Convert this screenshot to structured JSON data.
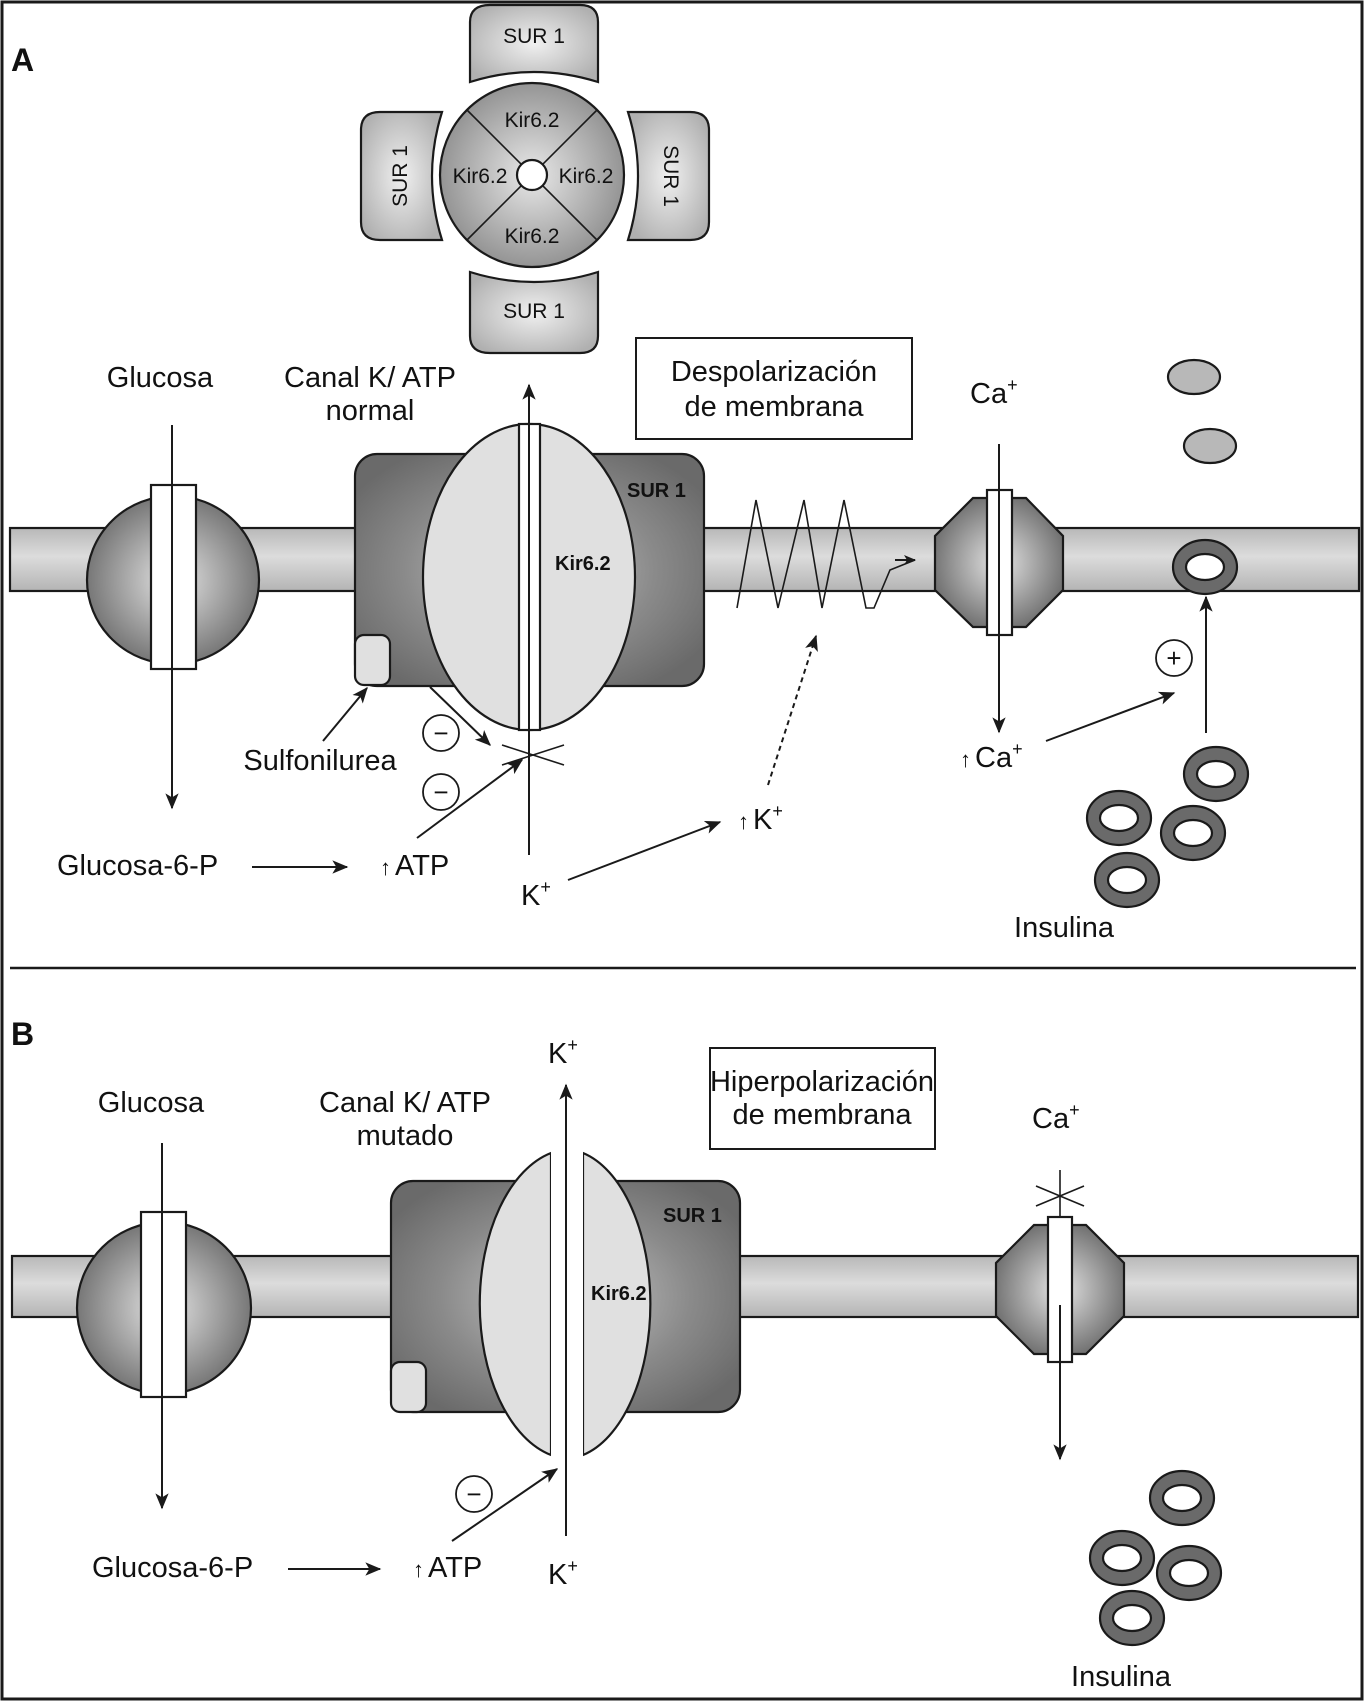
{
  "figure": {
    "panels": [
      {
        "id": "A",
        "label": "A",
        "complex_top_view": {
          "sur_labels": [
            "SUR 1",
            "SUR 1",
            "SUR 1",
            "SUR 1"
          ],
          "kir_labels": [
            "Kir6.2",
            "Kir6.2",
            "Kir6.2",
            "Kir6.2"
          ]
        },
        "glucose_label": "Glucosa",
        "channel_label_line1": "Canal K/ ATP",
        "channel_label_line2": "normal",
        "sur_label": "SUR 1",
        "kir_label": "Kir6.2",
        "state_box_line1": "Despolarización",
        "state_box_line2": "de membrana",
        "ca_label": "Ca",
        "ca_sup": "+",
        "sulfonylurea_label": "Sulfonilurea",
        "minus_sign": "−",
        "plus_sign": "+",
        "g6p_label": "Glucosa-6-P",
        "atp_arrow": "↑",
        "atp_label": "ATP",
        "k_label": "K",
        "k_sup": "+",
        "k_up_arrow": "↑",
        "ca_up_arrow": "↑",
        "insulin_label": "Insulina"
      },
      {
        "id": "B",
        "label": "B",
        "glucose_label": "Glucosa",
        "channel_label_line1": "Canal K/ ATP",
        "channel_label_line2": "mutado",
        "sur_label": "SUR 1",
        "kir_label": "Kir6.2",
        "state_box_line1": "Hiperpolarización",
        "state_box_line2": "de membrana",
        "ca_label": "Ca",
        "ca_sup": "+",
        "k_top_label": "K",
        "k_label": "K",
        "k_sup": "+",
        "minus_sign": "−",
        "g6p_label": "Glucosa-6-P",
        "atp_arrow": "↑",
        "atp_label": "ATP",
        "insulin_label": "Insulina"
      }
    ],
    "colors": {
      "membrane": "#c4c4c4",
      "sur_dark": "#6e6e6e",
      "kir_light": "#e0e0e0",
      "vesicle": "#6a6a6a",
      "granule": "#b8b8b8"
    }
  }
}
